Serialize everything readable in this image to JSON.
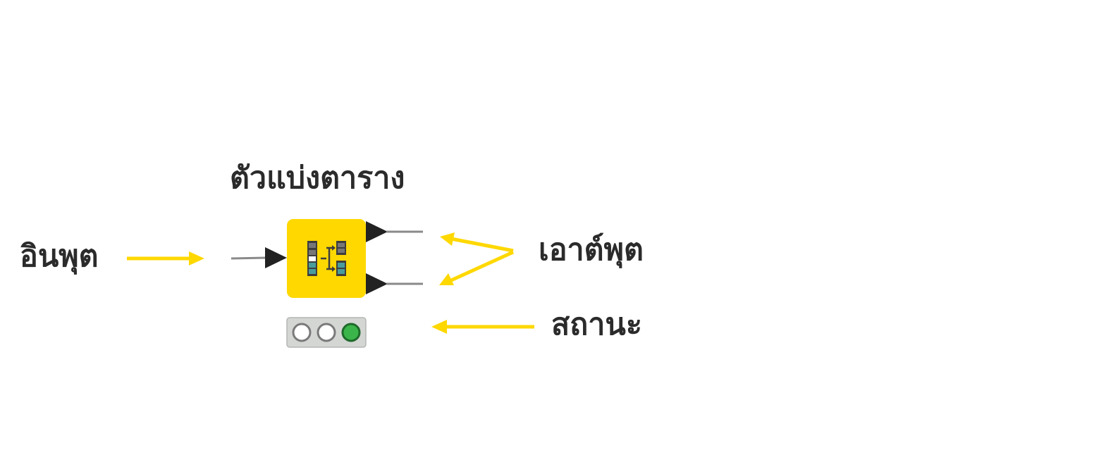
{
  "node": {
    "title": "ตัวแบ่งตาราง",
    "icon": "table-splitter-icon",
    "color": "#FFD800"
  },
  "annotations": {
    "input": "อินพุต",
    "output": "เอาต์พุต",
    "status": "สถานะ"
  },
  "status_lights": [
    {
      "name": "red-light",
      "active": false
    },
    {
      "name": "yellow-light",
      "active": false
    },
    {
      "name": "green-light",
      "active": true
    }
  ],
  "colors": {
    "arrow": "#FFD800",
    "port": "#222222",
    "connector": "#8a8a8a",
    "active_light": "#3bb54a",
    "text": "#2b2b2b"
  }
}
